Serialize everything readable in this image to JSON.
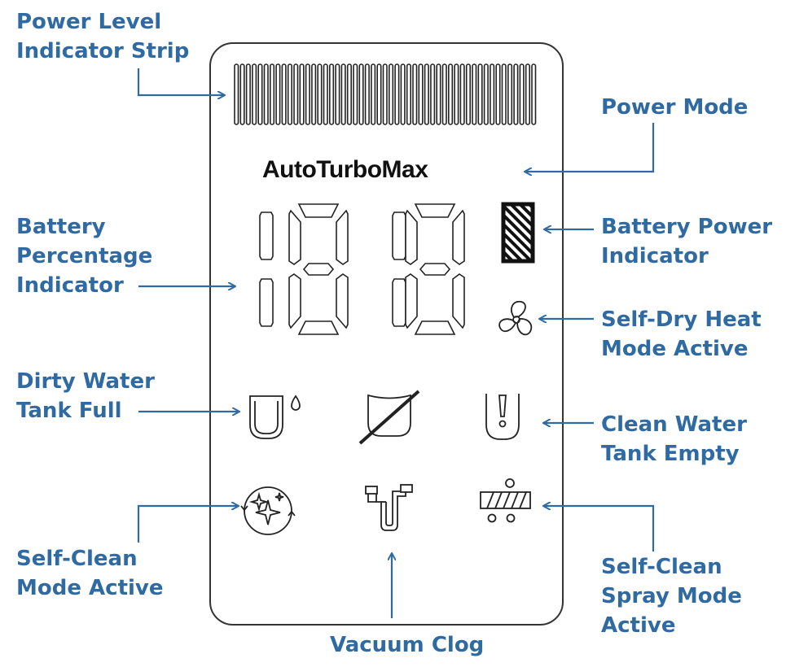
{
  "display": {
    "mode_text": "AutoTurboMax"
  },
  "callouts": {
    "power_level": [
      "Power Level",
      "Indicator Strip"
    ],
    "power_mode": [
      "Power Mode"
    ],
    "battery_percentage": [
      "Battery",
      "Percentage",
      "Indicator"
    ],
    "battery_power": [
      "Battery Power",
      "Indicator"
    ],
    "self_dry": [
      "Self-Dry Heat",
      "Mode Active"
    ],
    "dirty_water": [
      "Dirty Water",
      "Tank Full"
    ],
    "clean_water": [
      "Clean Water",
      "Tank Empty"
    ],
    "self_clean": [
      "Self-Clean",
      "Mode Active"
    ],
    "spray_mode": [
      "Self-Clean",
      "Spray Mode",
      "Active"
    ],
    "vacuum_clog": [
      "Vacuum Clog"
    ]
  },
  "colors": {
    "label": "#2f6aa3",
    "outline": "#222222"
  }
}
